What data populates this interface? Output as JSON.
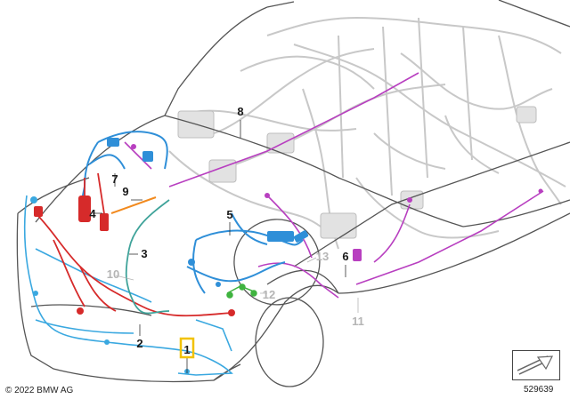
{
  "diagram": {
    "callouts": [
      {
        "id": "1",
        "label": "1"
      },
      {
        "id": "2",
        "label": "2"
      },
      {
        "id": "3",
        "label": "3"
      },
      {
        "id": "4",
        "label": "4"
      },
      {
        "id": "5",
        "label": "5"
      },
      {
        "id": "6",
        "label": "6"
      },
      {
        "id": "7",
        "label": "7"
      },
      {
        "id": "8",
        "label": "8"
      },
      {
        "id": "9",
        "label": "9"
      },
      {
        "id": "10",
        "label": "10"
      },
      {
        "id": "11",
        "label": "11"
      },
      {
        "id": "12",
        "label": "12"
      },
      {
        "id": "13",
        "label": "13"
      }
    ],
    "harness_colors": {
      "front_bumper": "#3aa8e0",
      "engine_compartment": "#2f8fd8",
      "headlight": "#d62a2a",
      "intermediate": "#3fa39a",
      "rear_extension": "#b83fc0",
      "adapter": "#f28a1e",
      "ground": "#3fb33f",
      "callout_highlight": "#f2c200",
      "car_outline": "#555555",
      "background_wiring": "#c8c8c8"
    },
    "highlighted_callout": "1"
  },
  "footer": {
    "copyright": "© 2022 BMW AG",
    "ref_number": "529639"
  },
  "nav_icon": "next-arrow-icon"
}
